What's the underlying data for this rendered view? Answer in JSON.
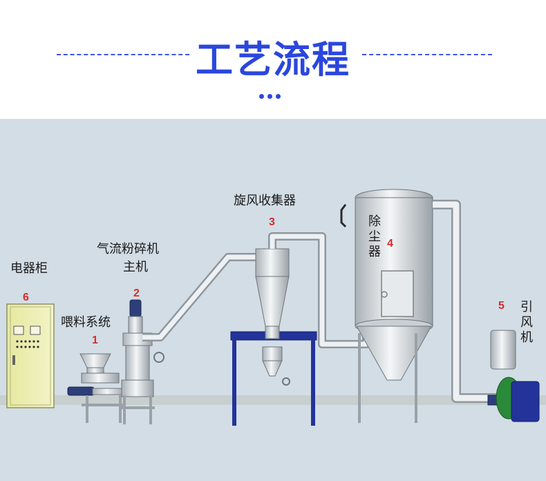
{
  "header": {
    "title": "工艺流程",
    "accent_color": "#2b46de"
  },
  "diagram": {
    "background": "#d2dde6",
    "components": [
      {
        "number": "6",
        "label": "电器柜"
      },
      {
        "number": "1",
        "label": "喂料系统"
      },
      {
        "number": "2",
        "label_line1": "气流粉碎机",
        "label_line2": "主机"
      },
      {
        "number": "3",
        "label": "旋风收集器"
      },
      {
        "number": "4",
        "label_chars": [
          "除",
          "尘",
          "器"
        ]
      },
      {
        "number": "5",
        "label_chars": [
          "引",
          "风",
          "机"
        ]
      }
    ]
  }
}
